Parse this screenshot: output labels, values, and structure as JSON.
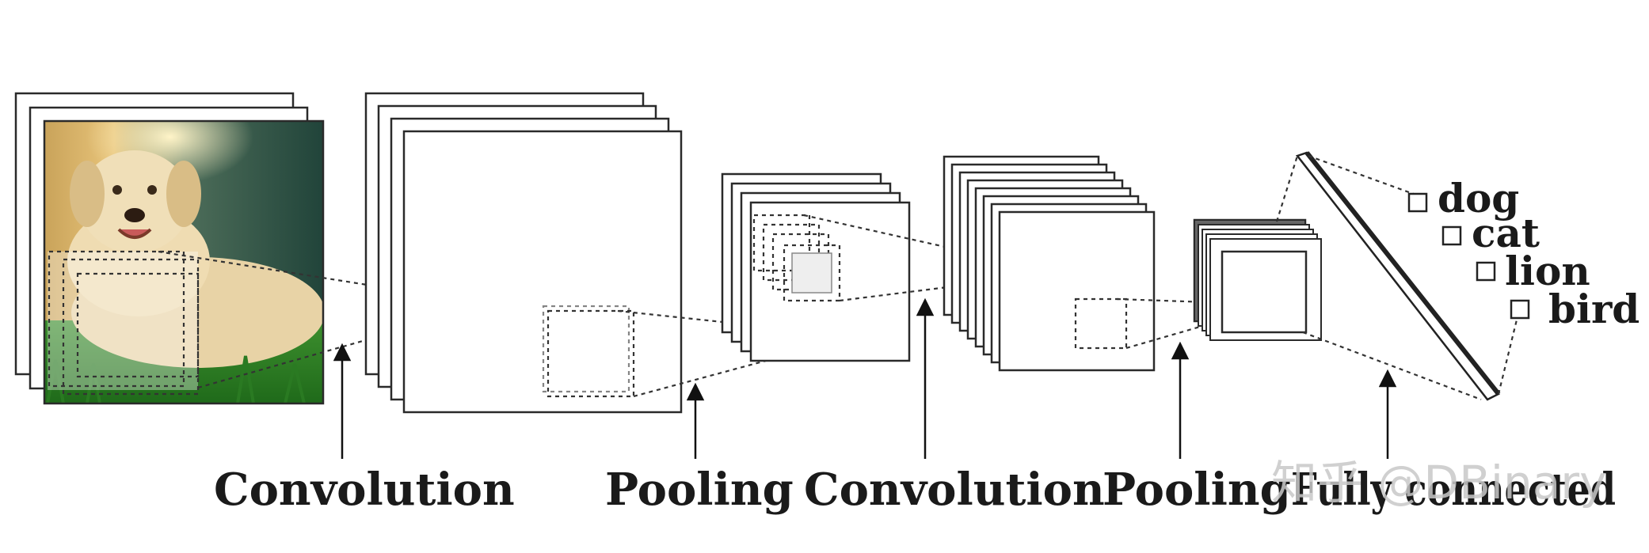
{
  "stages": [
    {
      "name": "convolution-1",
      "label": "Convolution"
    },
    {
      "name": "pooling-1",
      "label": "Pooling"
    },
    {
      "name": "convolution-2",
      "label": "Convolution"
    },
    {
      "name": "pooling-2",
      "label": "Pooling"
    },
    {
      "name": "fully-connected",
      "label": "Fully connected"
    }
  ],
  "output_classes": [
    "dog",
    "cat",
    "lion",
    "bird"
  ],
  "input_image": "labrador-retriever-on-grass",
  "watermark": "知乎 @DBinary"
}
